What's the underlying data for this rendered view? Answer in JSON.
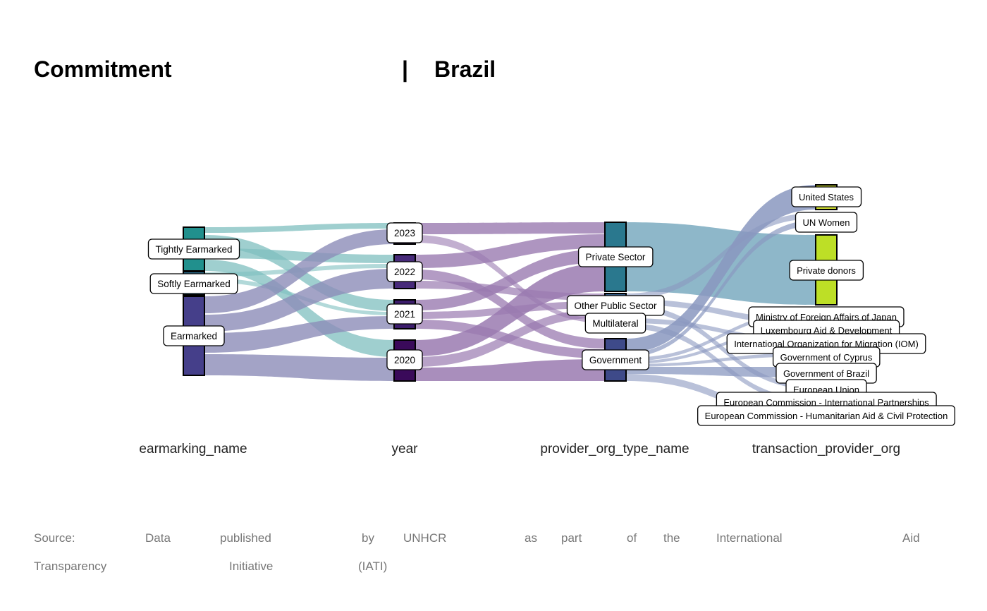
{
  "title": {
    "left": "Commitment",
    "separator": "|",
    "right": "Brazil"
  },
  "chart_data": {
    "type": "sankey",
    "dimensions": [
      "earmarking_name",
      "year",
      "provider_org_type_name",
      "transaction_provider_org"
    ],
    "nodes": {
      "earmarking_name": [
        {
          "name": "Tightly Earmarked",
          "color": "#21908d"
        },
        {
          "name": "Softly Earmarked",
          "color": "#2c6e8e"
        },
        {
          "name": "Earmarked",
          "color": "#453f8a"
        }
      ],
      "year": [
        {
          "name": "2023",
          "color": "#2b0b4f"
        },
        {
          "name": "2022",
          "color": "#472a7a"
        },
        {
          "name": "2021",
          "color": "#3b1c6b"
        },
        {
          "name": "2020",
          "color": "#3a0a5a"
        }
      ],
      "provider_org_type_name": [
        {
          "name": "Private Sector",
          "color": "#2a788e"
        },
        {
          "name": "Other Public Sector",
          "color": "#355f8d"
        },
        {
          "name": "Multilateral",
          "color": "#355f8d"
        },
        {
          "name": "Government",
          "color": "#3e4a89"
        }
      ],
      "transaction_provider_org": [
        {
          "name": "United States",
          "color": "#c8d630"
        },
        {
          "name": "UN Women",
          "color": "#bddf26"
        },
        {
          "name": "Private donors",
          "color": "#bddf26"
        },
        {
          "name": "Ministry of Foreign Affairs of Japan",
          "color": "#bddf26"
        },
        {
          "name": "Luxembourg Aid & Development",
          "color": "#bddf26"
        },
        {
          "name": "International Organization for Migration (IOM)",
          "color": "#bddf26"
        },
        {
          "name": "Government of Cyprus",
          "color": "#bddf26"
        },
        {
          "name": "Government of Brazil",
          "color": "#bddf26"
        },
        {
          "name": "European Union",
          "color": "#bddf26"
        },
        {
          "name": "European Commission - International Partnerships",
          "color": "#bddf26"
        },
        {
          "name": "European Commission - Humanitarian Aid & Civil Protection",
          "color": "#bddf26"
        }
      ]
    },
    "link_colors": {
      "tightly": "#7fbfbf",
      "earmarked": "#8c8cb8",
      "year": "#9a7ab0",
      "private": "#7aaabf",
      "gov": "#8a98c0"
    }
  },
  "source": {
    "words_line1": [
      "Source:",
      "Data",
      "published",
      "by",
      "UNHCR",
      "as",
      "part",
      "of",
      "the",
      "International",
      "Aid"
    ],
    "words_line2": [
      "Transparency",
      "Initiative",
      "(IATI)"
    ]
  }
}
